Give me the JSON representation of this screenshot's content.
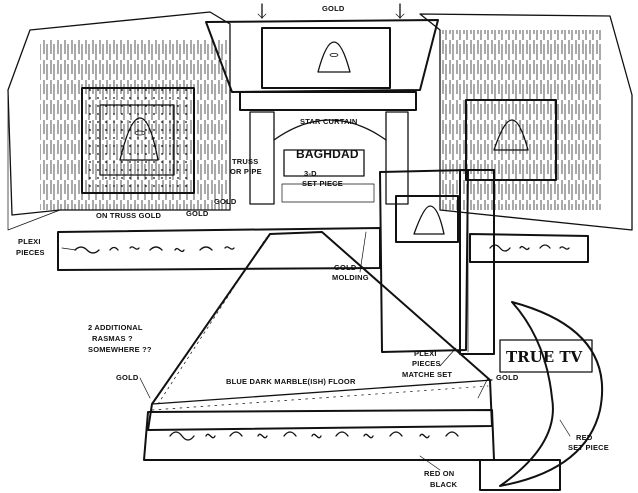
{
  "labels": {
    "gold_top": "GOLD",
    "star_curtain": "STAR CURTAIN",
    "baghdad": "BAGHDAD",
    "three_d": "3-D",
    "set_piece": "SET PIECE",
    "truss_or_pipe": "TRUSS",
    "or_pipe": "OR PIPE",
    "gold_left_truss": "GOLD",
    "on_truss_gold": "ON TRUSS GOLD",
    "gold_mid": "GOLD",
    "plexi": "PLEXI",
    "pieces": "PIECES",
    "gold_molding_1": "GOLD",
    "gold_molding_2": "MOLDING",
    "additional_1": "2 ADDITIONAL",
    "additional_2": "RASMAS ?",
    "additional_3": "SOMEWHERE ??",
    "gold_floor_left": "GOLD",
    "floor": "BLUE DARK MARBLE(ISH) FLOOR",
    "plexi_right_1": "PLEXI",
    "plexi_right_2": "PIECES",
    "plexi_right_3": "MATCHE SET",
    "gold_floor_right": "GOLD",
    "red_set_1": "RED",
    "red_set_2": "SET PIECE",
    "red_on_black_1": "RED ON",
    "red_on_black_2": "BLACK",
    "brand": "TRUE TV"
  },
  "colors": {
    "ink": "#111111",
    "paper": "#ffffff"
  }
}
